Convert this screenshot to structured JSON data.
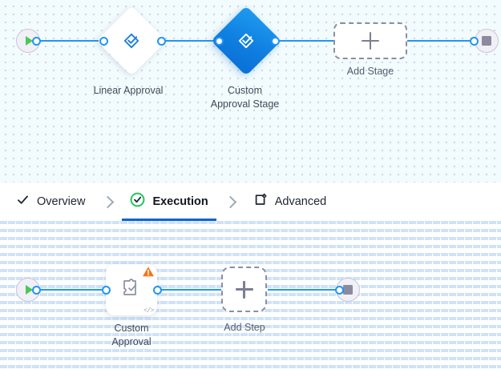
{
  "stage_canvas": {
    "name": "stage-flow-canvas",
    "start_node": {
      "icon": "play-icon",
      "title": "Start"
    },
    "end_node": {
      "icon": "stop-icon",
      "title": "End"
    },
    "stages": [
      {
        "label": "Linear Approval",
        "icon": "approval-diamond-icon",
        "state": "default"
      },
      {
        "label": "Custom\nApproval Stage",
        "icon": "approval-diamond-icon",
        "state": "selected"
      }
    ],
    "add_stage": {
      "label": "Add Stage",
      "icon": "plus-icon"
    }
  },
  "tabs": {
    "items": [
      {
        "label": "Overview",
        "icon": "check-icon",
        "active": false
      },
      {
        "label": "Execution",
        "icon": "check-circle-icon",
        "active": true
      },
      {
        "label": "Advanced",
        "icon": "advanced-settings-icon",
        "active": false
      }
    ],
    "separator": "chevron-right-icon"
  },
  "step_canvas": {
    "name": "step-flow-canvas",
    "start_node": {
      "icon": "play-icon",
      "title": "Start"
    },
    "end_node": {
      "icon": "stop-icon",
      "title": "End"
    },
    "steps": [
      {
        "label": "Custom\nApproval",
        "icon": "custom-approval-puzzle-icon",
        "badge": "warning-icon",
        "corner": "</>"
      }
    ],
    "add_step": {
      "label": "Add Step",
      "icon": "plus-icon"
    }
  },
  "colors": {
    "accent": "#2196f3",
    "selected_stage": "#0f7fe0",
    "active_tab_underline": "#1064c9",
    "success": "#22c55e",
    "warning": "#f97316",
    "start": "#4ac759",
    "stop": "#8b8a9e"
  }
}
